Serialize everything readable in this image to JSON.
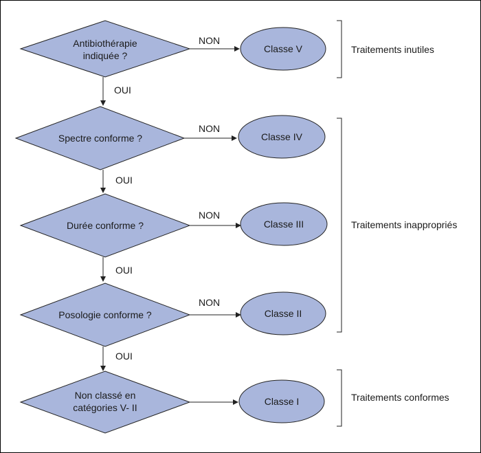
{
  "flowchart": {
    "decisions": [
      {
        "line1": "Antibiothérapie",
        "line2": "indiquée ?",
        "no_label": "NON",
        "yes_label": "OUI",
        "result": "Classe V"
      },
      {
        "line1": "Spectre conforme ?",
        "line2": "",
        "no_label": "NON",
        "yes_label": "OUI",
        "result": "Classe IV"
      },
      {
        "line1": "Durée conforme ?",
        "line2": "",
        "no_label": "NON",
        "yes_label": "OUI",
        "result": "Classe III"
      },
      {
        "line1": "Posologie conforme ?",
        "line2": "",
        "no_label": "NON",
        "yes_label": "OUI",
        "result": "Classe II"
      },
      {
        "line1": "Non classé en",
        "line2": "catégories V- II",
        "no_label": "",
        "yes_label": "",
        "result": "Classe I"
      }
    ],
    "groups": [
      {
        "label": "Traitements inutiles"
      },
      {
        "label": "Traitements inappropriés"
      },
      {
        "label": "Traitements conformes"
      }
    ],
    "colors": {
      "shape_fill": "#a9b6dc",
      "stroke": "#222222"
    }
  }
}
